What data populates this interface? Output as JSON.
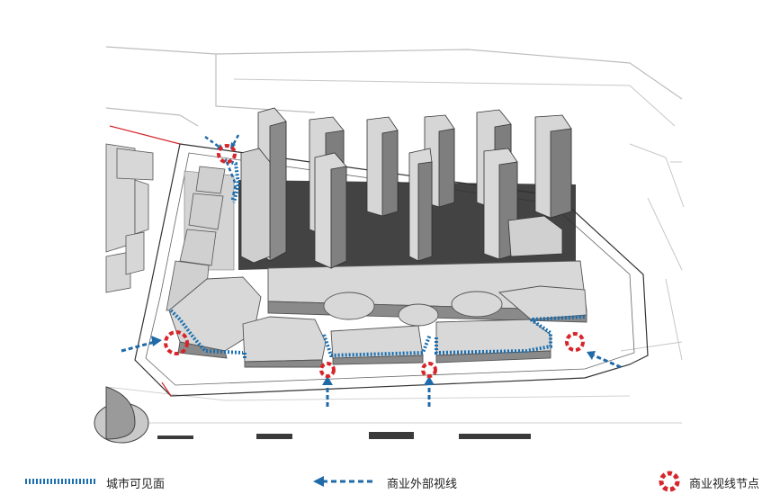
{
  "legend": {
    "city_visible_facade": "城市可见面",
    "commercial_sightline": "商业外部视线",
    "commercial_node": "商业视线节点"
  },
  "colors": {
    "facade_blue": "#1a6fb0",
    "arrow_blue": "#1f6aa8",
    "node_red": "#d7262b",
    "building_light": "#cfcfcf",
    "building_dark": "#7e7e7e",
    "shadow": "#2b2b2b"
  }
}
